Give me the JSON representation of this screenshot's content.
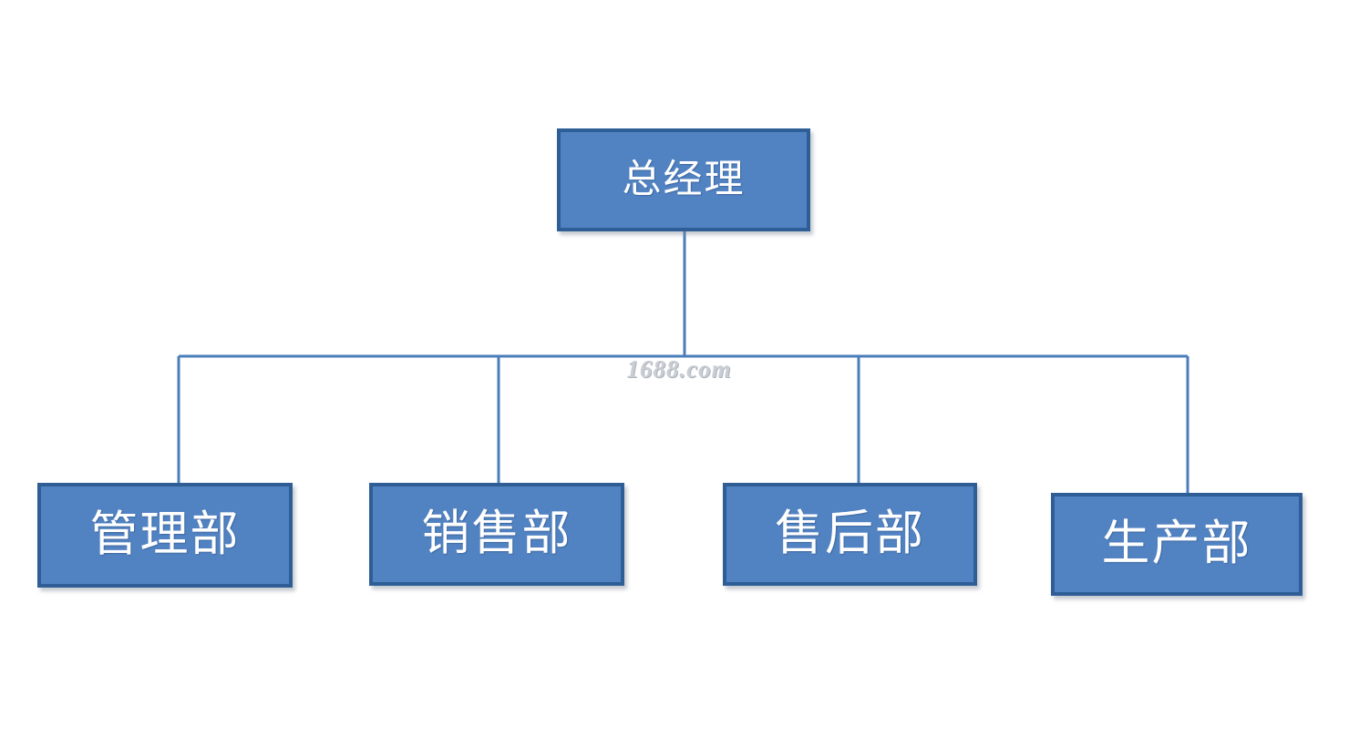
{
  "diagram": {
    "type": "organization-chart",
    "title": "",
    "background_color": "#ffffff",
    "node_fill_color": "#5182c2",
    "node_border_color": "#2f5e97",
    "node_text_color": "#ffffff",
    "connector_color": "#4a7ebb",
    "root": {
      "id": "root",
      "label": "总经理"
    },
    "children": [
      {
        "id": "admin",
        "label": "管理部"
      },
      {
        "id": "sales",
        "label": "销售部"
      },
      {
        "id": "aftersales",
        "label": "售后部"
      },
      {
        "id": "production",
        "label": "生产部"
      }
    ],
    "watermark": {
      "text": "1688.com",
      "color": "#c9cdd4"
    }
  }
}
